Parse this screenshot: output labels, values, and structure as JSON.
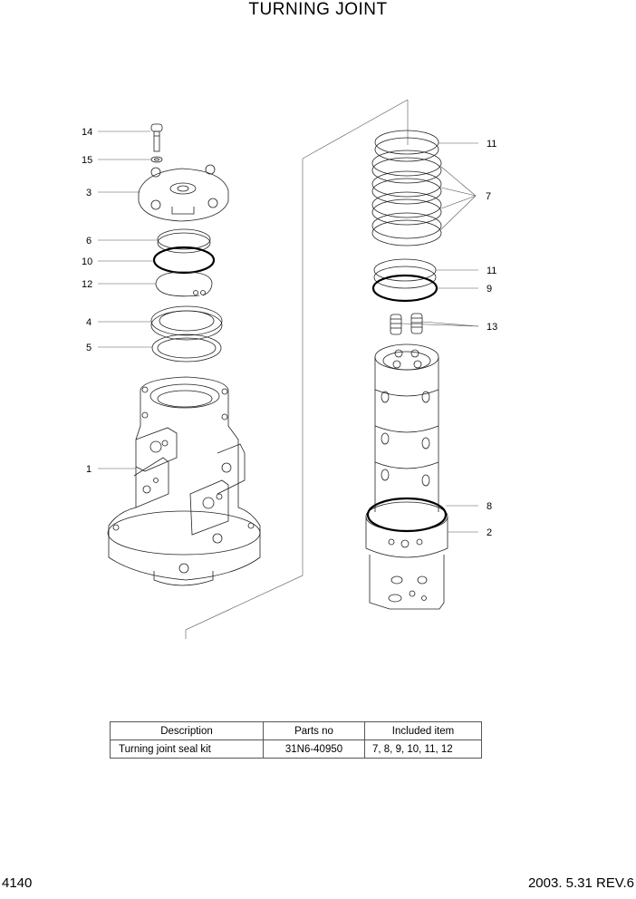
{
  "title": "TURNING JOINT",
  "callouts": {
    "c14": "14",
    "c15": "15",
    "c3": "3",
    "c6": "6",
    "c10": "10",
    "c12": "12",
    "c4": "4",
    "c5": "5",
    "c1": "1",
    "c11a": "11",
    "c7": "7",
    "c11b": "11",
    "c9": "9",
    "c13": "13",
    "c8": "8",
    "c2": "2"
  },
  "kit_table": {
    "headers": [
      "Description",
      "Parts no",
      "Included item"
    ],
    "rows": [
      [
        "Turning joint seal kit",
        "31N6-40950",
        "7, 8, 9, 10, 11, 12"
      ]
    ]
  },
  "footer": {
    "page": "4140",
    "revision": "2003. 5.31  REV.6"
  }
}
